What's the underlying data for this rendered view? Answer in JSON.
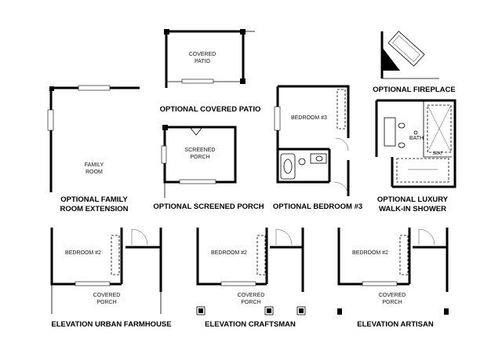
{
  "panels": {
    "family_room": {
      "room_label_1": "FAMILY",
      "room_label_2": "ROOM",
      "caption_1": "OPTIONAL FAMILY",
      "caption_2": "ROOM EXTENSION"
    },
    "covered_patio": {
      "room_label_1": "COVERED",
      "room_label_2": "PATIO",
      "caption": "OPTIONAL COVERED PATIO"
    },
    "screened_porch": {
      "room_label_1": "SCREENED",
      "room_label_2": "PORCH",
      "caption": "OPTIONAL SCREENED PORCH"
    },
    "bedroom3": {
      "room_label": "BEDROOM #3",
      "caption": "OPTIONAL BEDROOM #3"
    },
    "fireplace": {
      "caption": "OPTIONAL FIREPLACE"
    },
    "shower": {
      "bath_label": "BATH",
      "seat_label": "SEAT",
      "caption_1": "OPTIONAL LUXURY",
      "caption_2": "WALK-IN SHOWER"
    },
    "elev_farmhouse": {
      "room_label": "BEDROOM #2",
      "porch_1": "COVERED",
      "porch_2": "PORCH",
      "caption": "ELEVATION URBAN FARMHOUSE"
    },
    "elev_craftsman": {
      "room_label": "BEDROOM #2",
      "porch_1": "COVERED",
      "porch_2": "PORCH",
      "caption": "ELEVATION CRAFTSMAN"
    },
    "elev_artisan": {
      "room_label": "BEDROOM #2",
      "porch_1": "COVERED",
      "porch_2": "PORCH",
      "caption": "ELEVATION ARTISAN"
    }
  }
}
